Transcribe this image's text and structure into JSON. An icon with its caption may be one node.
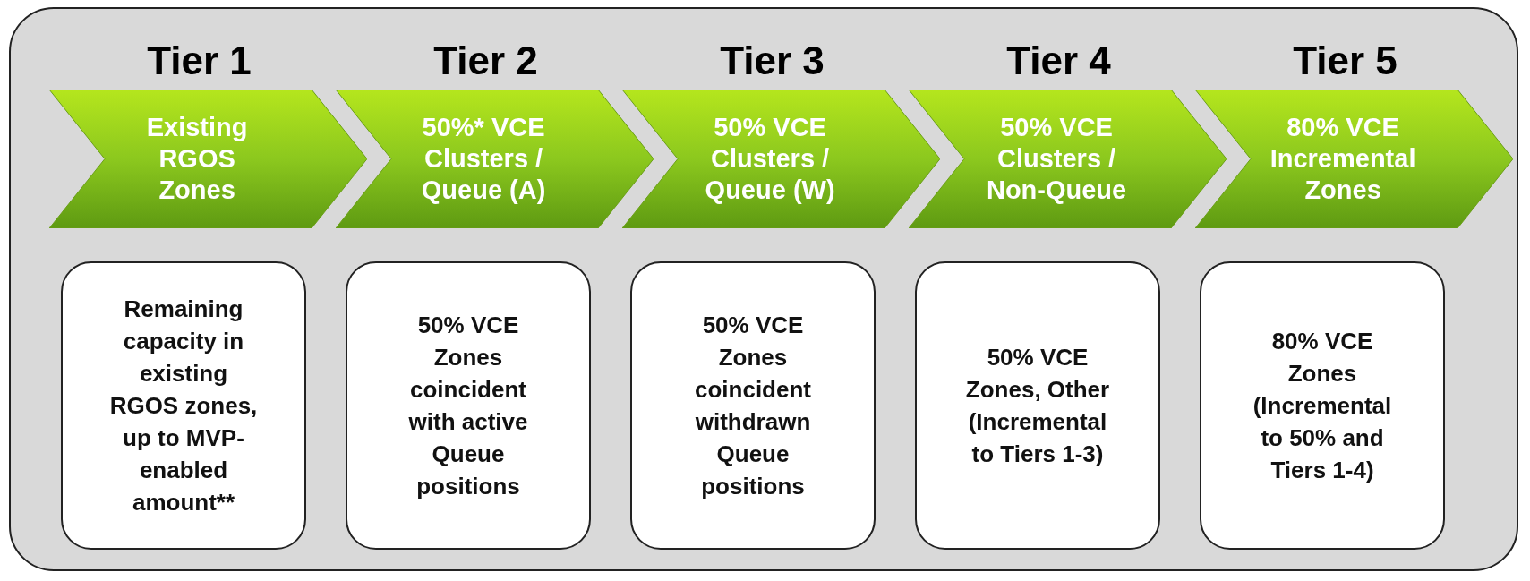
{
  "diagram": {
    "nodes": [
      {
        "text": [
          "Tier 1",
          "Existing RGOS Zones"
        ]
      },
      {
        "text": [
          "Tier 2",
          "50%* VCE Clusters / Queue (A)"
        ]
      },
      {
        "text": [
          "Tier 3",
          "50% VCE Clusters / Queue (W)"
        ]
      },
      {
        "text": [
          "Tier 4",
          "50% VCE Clusters / Non-Queue"
        ]
      },
      {
        "text": [
          "Tier 5",
          "80% VCE Incremental Zones"
        ]
      },
      {
        "text": [
          "Remaining capacity in existing RGOS zones, up to MVP-enabled amount**"
        ]
      },
      {
        "text": [
          "50% VCE Zones coincident with active Queue positions"
        ]
      },
      {
        "text": [
          "50% VCE Zones coincident withdrawn Queue positions"
        ]
      },
      {
        "text": [
          "50% VCE Zones, Other (Incremental to Tiers 1-3)"
        ]
      },
      {
        "text": [
          "80% VCE Zones (Incremental to 50% and Tiers 1-4)"
        ]
      }
    ]
  }
}
